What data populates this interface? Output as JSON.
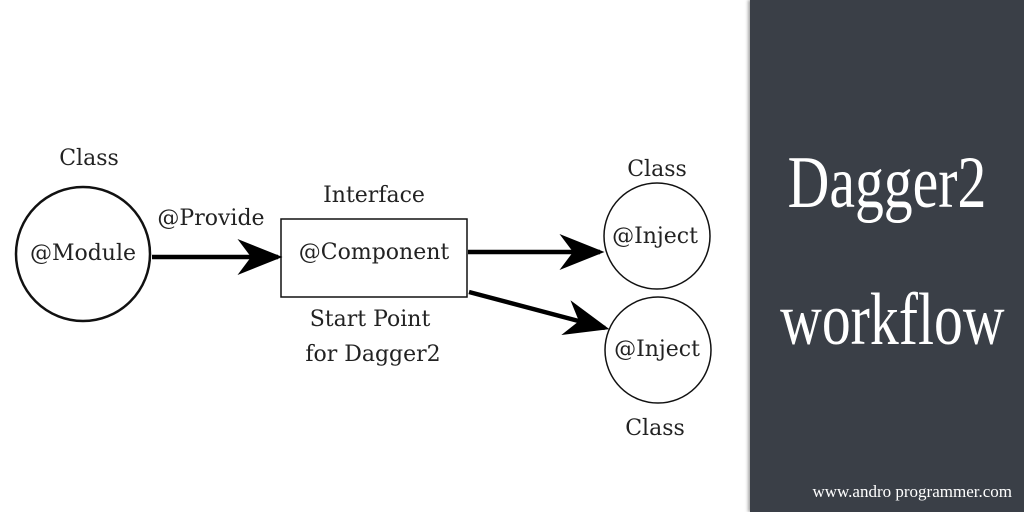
{
  "diagram": {
    "module_node": {
      "type_label": "Class",
      "annotation": "@Module"
    },
    "provide_label": "@Provide",
    "component_node": {
      "type_label": "Interface",
      "annotation": "@Component",
      "note_line1": "Start Point",
      "note_line2": "for Dagger2"
    },
    "inject_top": {
      "type_label": "Class",
      "annotation": "@Inject"
    },
    "inject_bottom": {
      "type_label": "Class",
      "annotation": "@Inject"
    }
  },
  "side_panel": {
    "title_line1": "Dagger2",
    "title_line2": "workflow",
    "url": "www.andro programmer.com"
  },
  "colors": {
    "panel_background": "#3a3f47",
    "text": "#222222",
    "title_text": "#ffffff"
  }
}
